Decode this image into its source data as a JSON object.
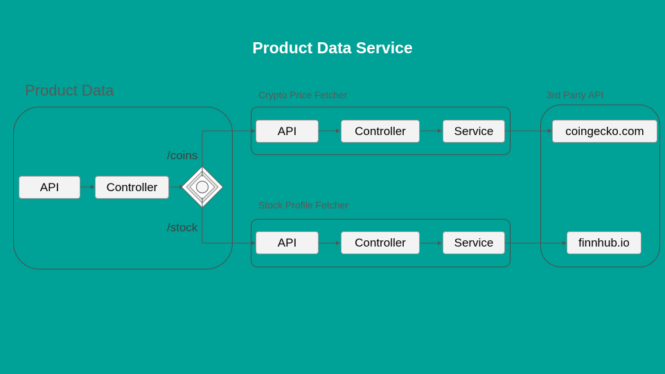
{
  "title": "Product Data Service",
  "groups": {
    "product_data": "Product Data",
    "crypto_fetcher": "Crypto Price Fetcher",
    "stock_fetcher": "Stock Profile Fetcher",
    "third_party": "3rd Party API"
  },
  "product_data": {
    "api": "API",
    "controller": "Controller"
  },
  "routes": {
    "coins": "/coins",
    "stock": "/stock"
  },
  "crypto": {
    "api": "API",
    "controller": "Controller",
    "service": "Service"
  },
  "stock": {
    "api": "API",
    "controller": "Controller",
    "service": "Service"
  },
  "third_party": {
    "coingecko": "coingecko.com",
    "finnhub": "finnhub.io"
  },
  "colors": {
    "background": "#00a196",
    "node_fill": "#f3f3f3",
    "connector": "#555555"
  }
}
